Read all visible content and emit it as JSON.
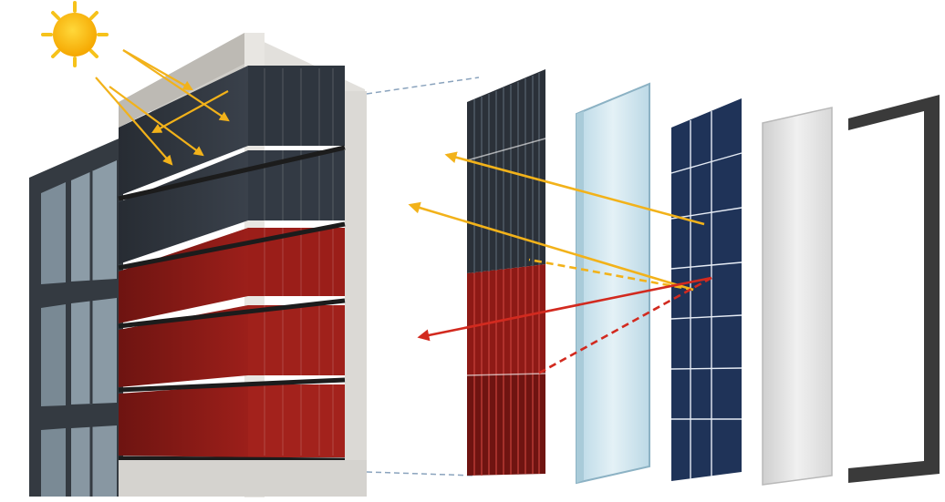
{
  "title": "",
  "colors": {
    "sun": "#f7b500",
    "sun_rays": "#f6c21a",
    "light_arrow": "#f2b21a",
    "red_arrow": "#d22a1f",
    "dark_module": "#2d333c",
    "red_module": "#8e1a16",
    "glass": "#d3e6ef",
    "solar_cell": "#1f3358",
    "backsheet": "#e6e6e6",
    "frame": "#3a3a3a",
    "concrete": "#dcdad6",
    "window_glass": "#7c8c98",
    "leader_line": "#8aa3bd"
  },
  "icons": [
    "sun-icon"
  ],
  "layers": [
    {
      "name": "colored-louver-layer"
    },
    {
      "name": "glass-layer"
    },
    {
      "name": "solar-cell-layer"
    },
    {
      "name": "backsheet-layer"
    },
    {
      "name": "frame-layer"
    }
  ]
}
